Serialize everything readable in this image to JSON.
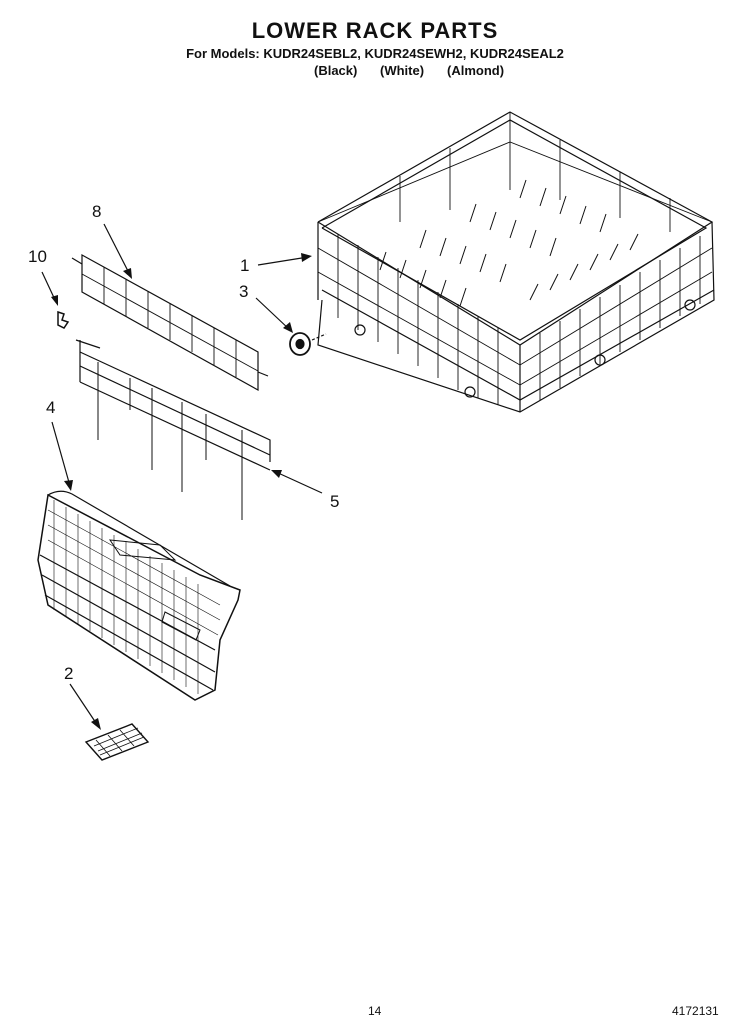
{
  "header": {
    "title": "LOWER RACK PARTS",
    "models": "For Models: KUDR24SEBL2, KUDR24SEWH2, KUDR24SEAL2",
    "variants": [
      "(Black)",
      "(White)",
      "(Almond)"
    ]
  },
  "callouts": [
    "1",
    "2",
    "3",
    "4",
    "5",
    "8",
    "10"
  ],
  "parts": {
    "lower_rack": "1",
    "utensil_tray": "2",
    "roller": "3",
    "utensil_basket": "4",
    "tine_row": "5",
    "shield": "8",
    "clip": "10"
  },
  "footer": {
    "page_number": "14",
    "doc_number": "4172131"
  }
}
